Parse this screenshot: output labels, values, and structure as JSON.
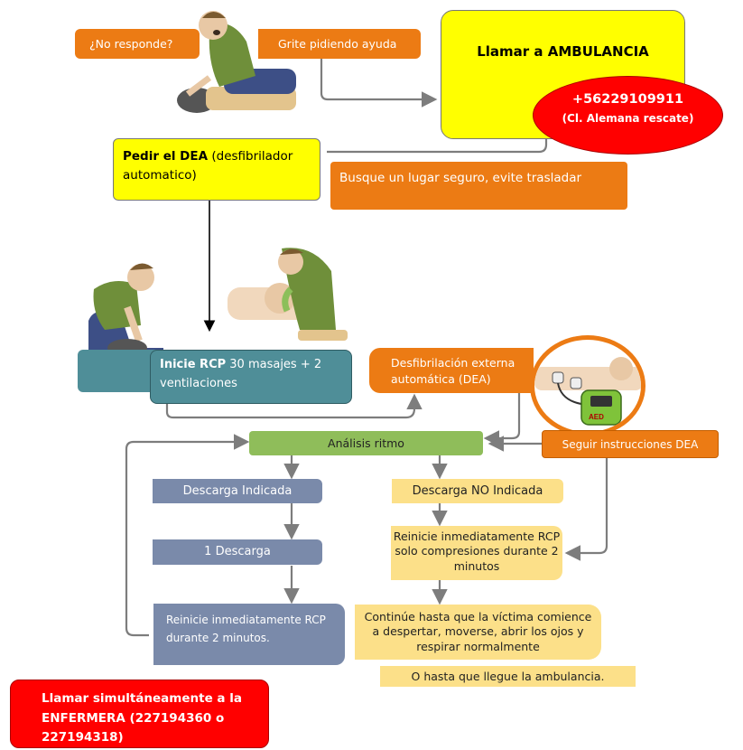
{
  "top": {
    "no_responde": "¿No responde?",
    "grite": "Grite pidiendo ayuda"
  },
  "ambulance": {
    "title": "Llamar a AMBULANCIA",
    "phone": "+56229109911",
    "phone_note": "(Cl. Alemana rescate)"
  },
  "dea_request": {
    "bold": "Pedir el DEA",
    "rest": " (desfibrilador automatico)"
  },
  "safe_place": "Busque un lugar seguro, evite trasladar",
  "rcp_start": {
    "bold": "Inicie RCP",
    "rest": " 30 masajes + 2 ventilaciones"
  },
  "dea_box": "Desfibrilación externa automática (DEA)",
  "aed_label": "AED",
  "rhythm": "Análisis ritmo",
  "follow_dea": "Seguir instrucciones DEA",
  "left_branch": {
    "shock_indicated": "Descarga Indicada",
    "one_shock": "1 Descarga",
    "restart": "Reinicie inmediatamente RCP durante 2 minutos."
  },
  "right_branch": {
    "no_shock": "Descarga NO Indicada",
    "restart": "Reinicie inmediatamente RCP solo compresiones durante 2 minutos",
    "continue": "Continúe hasta que la víctima comience a despertar, moverse, abrir los ojos y respirar normalmente",
    "until": "O hasta que llegue la ambulancia."
  },
  "nurse": "Llamar simultáneamente a la ENFERMERA (227194360 o 227194318)",
  "colors": {
    "orange": "#ec7b14",
    "yellow": "#ffff00",
    "red": "#ff0000",
    "teal": "#4f8e98",
    "green": "#8fbd5a",
    "slate": "#7a8aaa",
    "pale": "#fce089",
    "connector": "#7d7d7d"
  }
}
